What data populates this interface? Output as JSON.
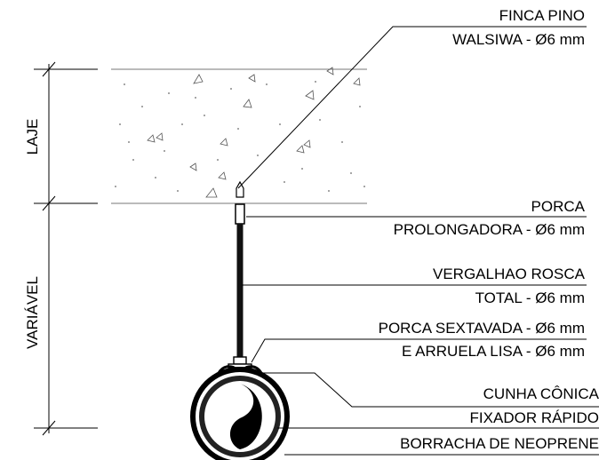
{
  "dimensions": {
    "slab_label": "LAJE",
    "variable_label": "VARIÁVEL"
  },
  "callouts": [
    {
      "line1": "FINCA PINO",
      "line2": "WALSIWA - Ø6 mm"
    },
    {
      "line1": "PORCA",
      "line2": "PROLONGADORA - Ø6 mm"
    },
    {
      "line1": "VERGALHAO ROSCA",
      "line2": "TOTAL - Ø6 mm"
    },
    {
      "line1": "PORCA SEXTAVADA - Ø6 mm",
      "line2": "E ARRUELA LISA - Ø6 mm"
    },
    {
      "line1": "CUNHA CÔNICA"
    },
    {
      "line1": "FIXADOR RÁPIDO"
    },
    {
      "line1": "BORRACHA DE NEOPRENE"
    }
  ]
}
